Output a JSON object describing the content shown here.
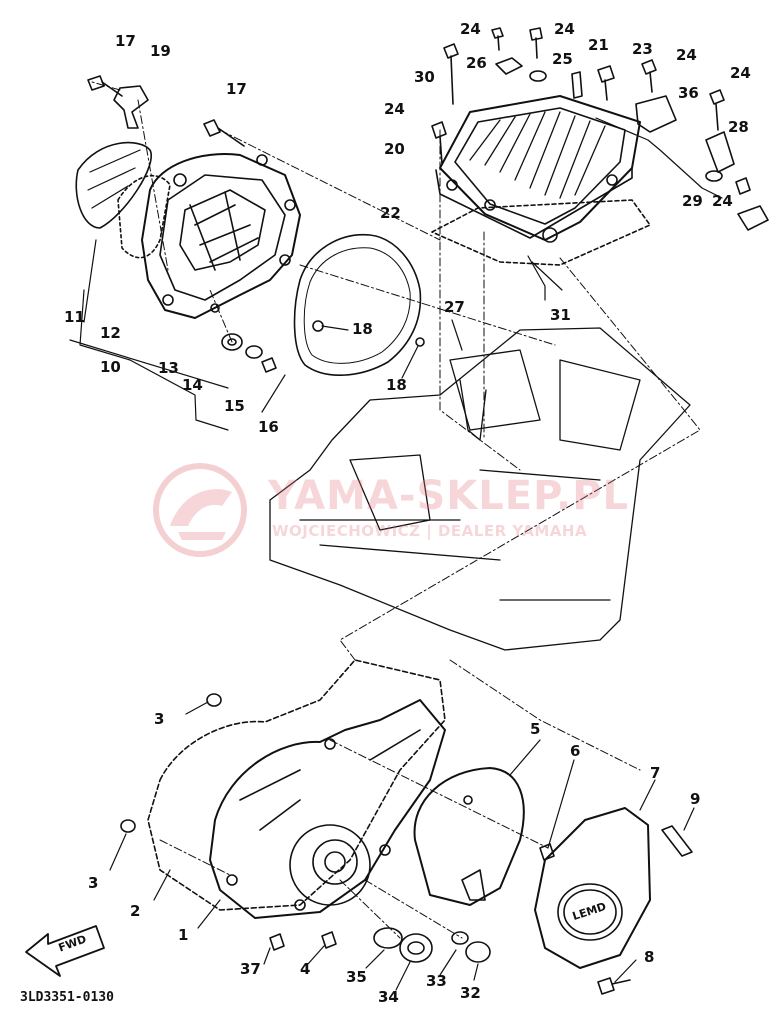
{
  "diagram": {
    "drawing_code": "3LD3351-0130",
    "front_marker": "FWD",
    "cover_marking": "LEMD",
    "callouts": [
      "17",
      "19",
      "17",
      "11",
      "12",
      "10",
      "13",
      "14",
      "15",
      "16",
      "18",
      "18",
      "24",
      "24",
      "24",
      "25",
      "21",
      "23",
      "24",
      "30",
      "26",
      "36",
      "24",
      "28",
      "20",
      "29",
      "24",
      "22",
      "31",
      "27",
      "3",
      "3",
      "2",
      "1",
      "37",
      "4",
      "35",
      "34",
      "33",
      "32",
      "5",
      "6",
      "7",
      "9",
      "8"
    ]
  },
  "watermark": {
    "title": "YAMA-SKLEP.PL",
    "subtitle": "WOJCIECHOWICZ | DEALER YAMAHA"
  },
  "colors": {
    "line": "#111111",
    "watermark": "#e07880",
    "background": "#ffffff"
  }
}
